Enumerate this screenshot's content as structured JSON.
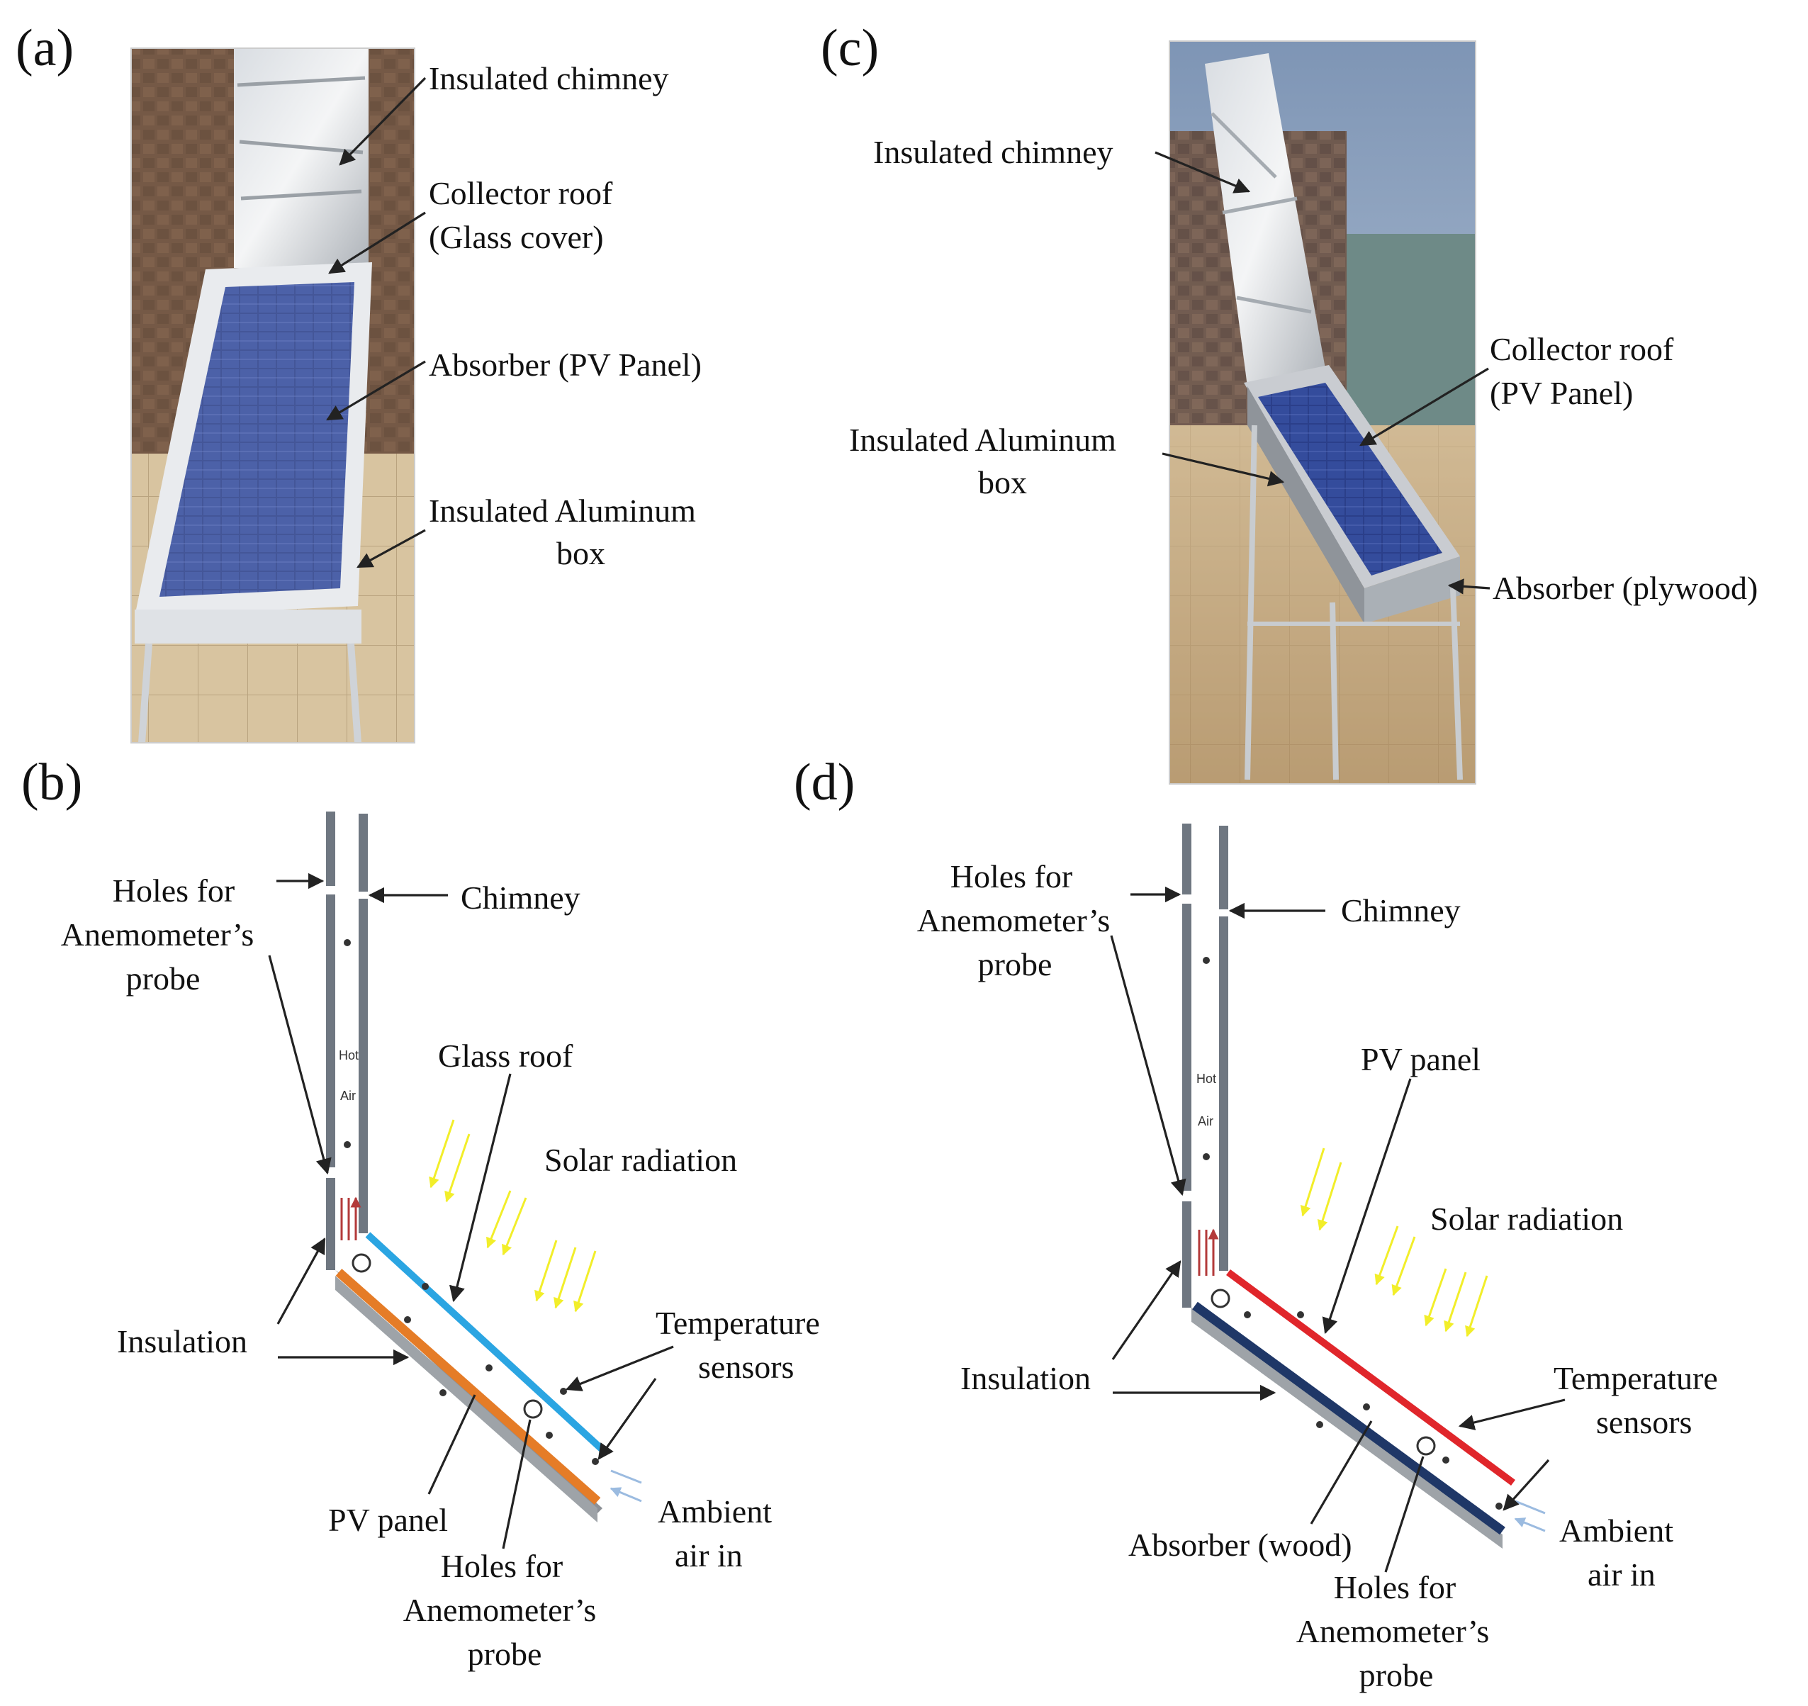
{
  "panel_a": {
    "letter": "(a)",
    "labels": {
      "chimney": "Insulated chimney",
      "roof_1": "Collector roof",
      "roof_2": "(Glass cover)",
      "absorber": "Absorber (PV Panel)",
      "box_1": "Insulated Aluminum",
      "box_2": "box"
    }
  },
  "panel_c": {
    "letter": "(c)",
    "labels": {
      "chimney": "Insulated chimney",
      "roof_1": "Collector roof",
      "roof_2": "(PV Panel)",
      "box_1": "Insulated Aluminum",
      "box_2": "box",
      "absorber": "Absorber (plywood)"
    }
  },
  "panel_b": {
    "letter": "(b)",
    "labels": {
      "holes_top_1": "Holes for",
      "holes_top_2": "Anemometer’s",
      "holes_top_3": "probe",
      "chimney": "Chimney",
      "roof": "Glass roof",
      "solar": "Solar radiation",
      "insulation": "Insulation",
      "sensors_1": "Temperature",
      "sensors_2": "sensors",
      "ambient_1": "Ambient",
      "ambient_2": "air in",
      "absorber": "PV panel",
      "holes_bottom_1": "Holes for",
      "holes_bottom_2": "Anemometer’s",
      "holes_bottom_3": "probe",
      "hot": "Hot",
      "air": "Air"
    },
    "colors": {
      "top_plate": "#2ba5e2",
      "bottom_plate": "#e57c27"
    }
  },
  "panel_d": {
    "letter": "(d)",
    "labels": {
      "holes_top_1": "Holes for",
      "holes_top_2": "Anemometer’s",
      "holes_top_3": "probe",
      "chimney": "Chimney",
      "roof": "PV panel",
      "solar": "Solar radiation",
      "insulation": "Insulation",
      "sensors_1": "Temperature",
      "sensors_2": "sensors",
      "ambient_1": "Ambient",
      "ambient_2": "air in",
      "absorber": "Absorber (wood)",
      "holes_bottom_1": "Holes for",
      "holes_bottom_2": "Anemometer’s",
      "holes_bottom_3": "probe",
      "hot": "Hot",
      "air": "Air"
    },
    "colors": {
      "top_plate": "#e0262b",
      "bottom_plate": "#1f3767"
    }
  }
}
